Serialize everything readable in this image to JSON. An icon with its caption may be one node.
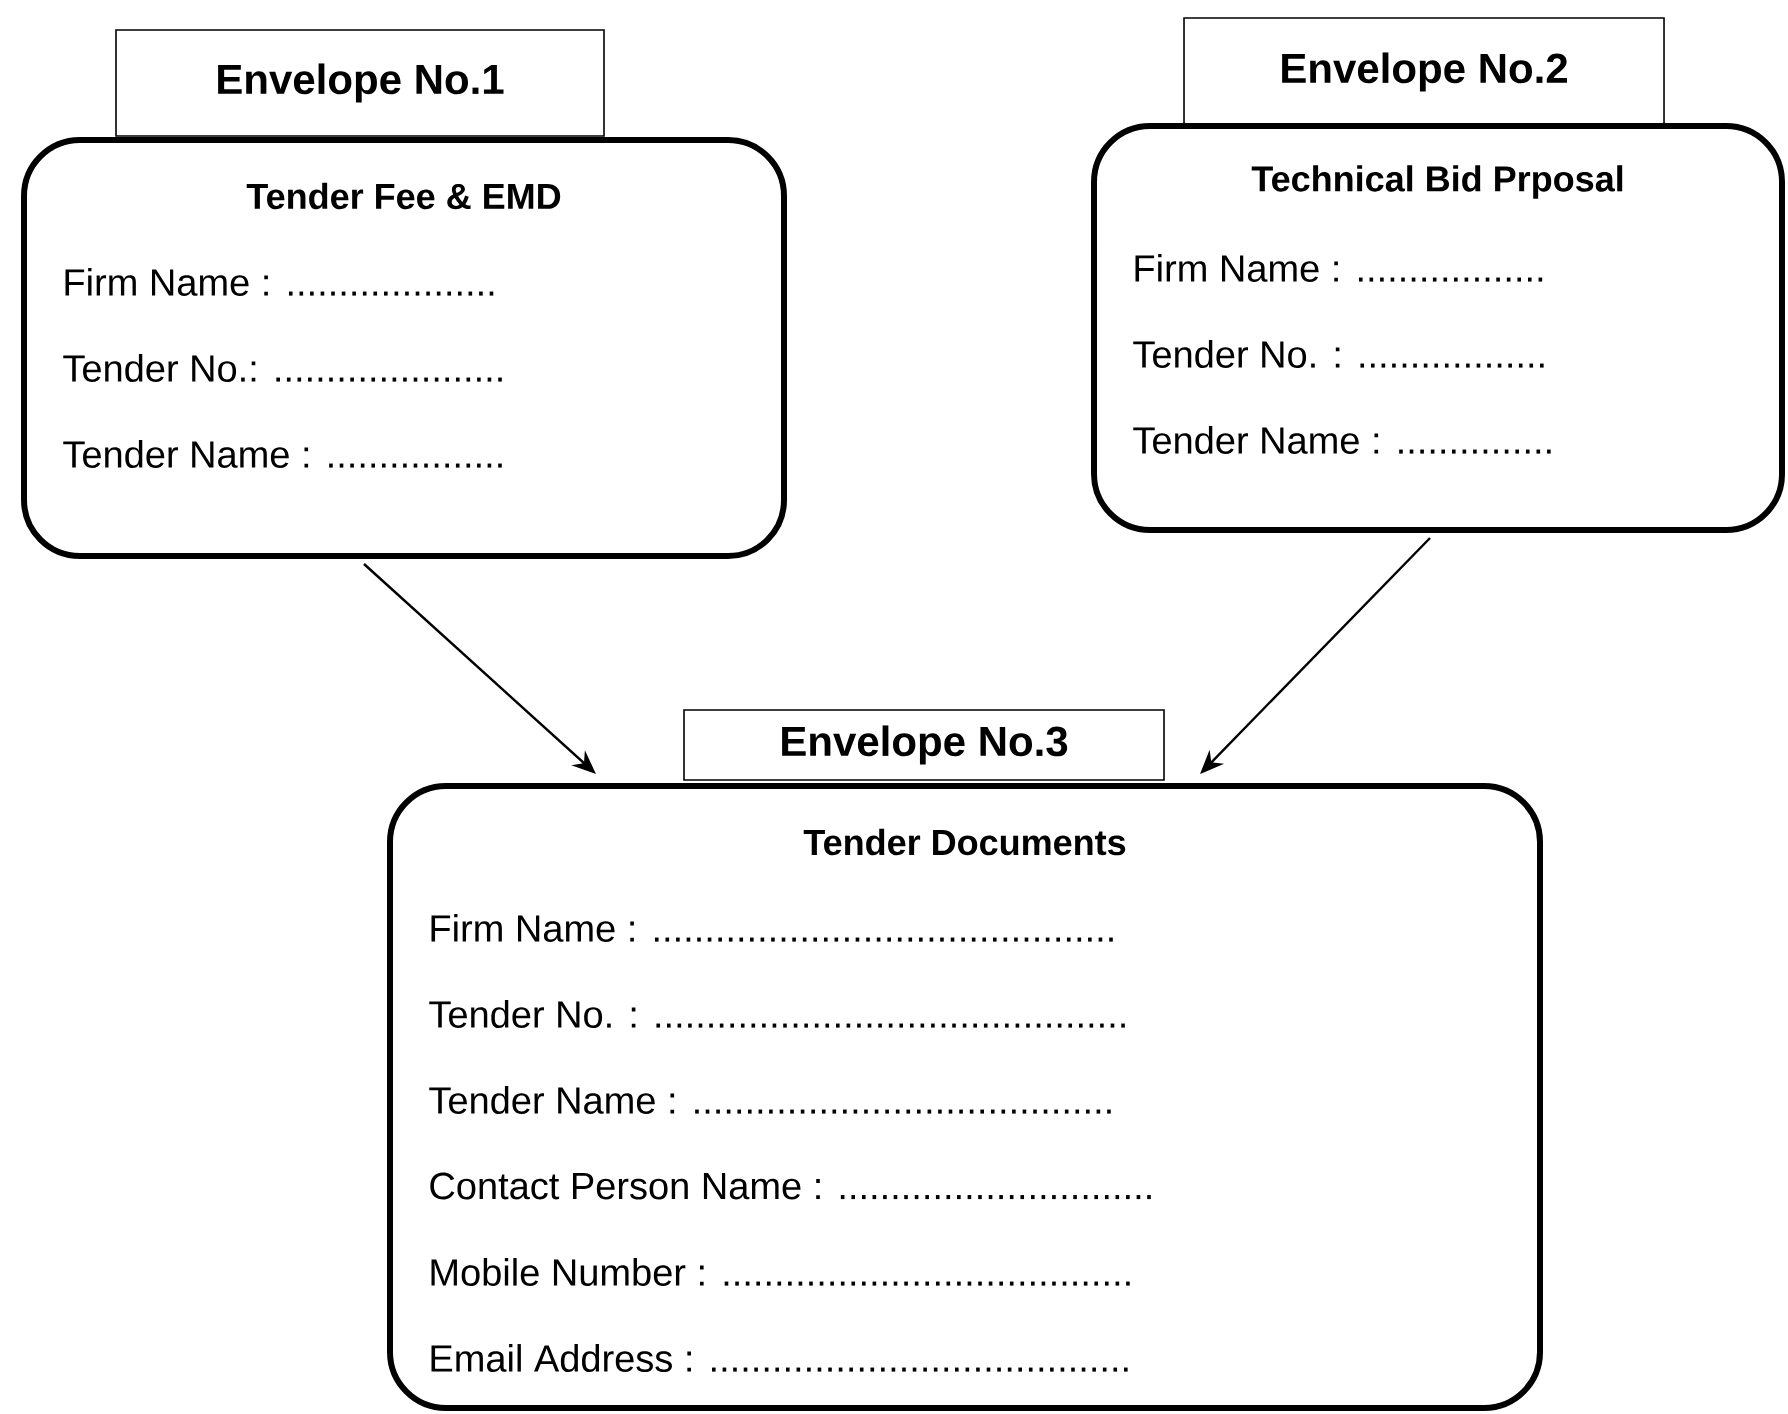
{
  "diagram": {
    "nodes": [
      {
        "text": [
          "Envelope No.1"
        ]
      },
      {
        "text": [
          "Tender Fee & EMD",
          "Firm Name : ....................",
          "Tender No.: ......................",
          "Tender Name : ................."
        ]
      },
      {
        "text": [
          "Envelope No.2"
        ]
      },
      {
        "text": [
          "Technical Bid Prposal",
          "Firm Name : ..................",
          "Tender No. : ..................",
          "Tender Name : ..............."
        ]
      },
      {
        "text": [
          "Envelope No.3"
        ]
      },
      {
        "text": [
          "Tender Documents",
          "Firm Name : ............................................",
          "Tender No. : .............................................",
          "Tender Name : ........................................",
          "Contact Person Name : ..............................",
          "Mobile Number : .......................................",
          "Email Address : ........................................"
        ]
      }
    ],
    "edges": [
      {
        "from": 1,
        "to": 5,
        "arrow": "to"
      },
      {
        "from": 3,
        "to": 5,
        "arrow": "to"
      }
    ]
  }
}
